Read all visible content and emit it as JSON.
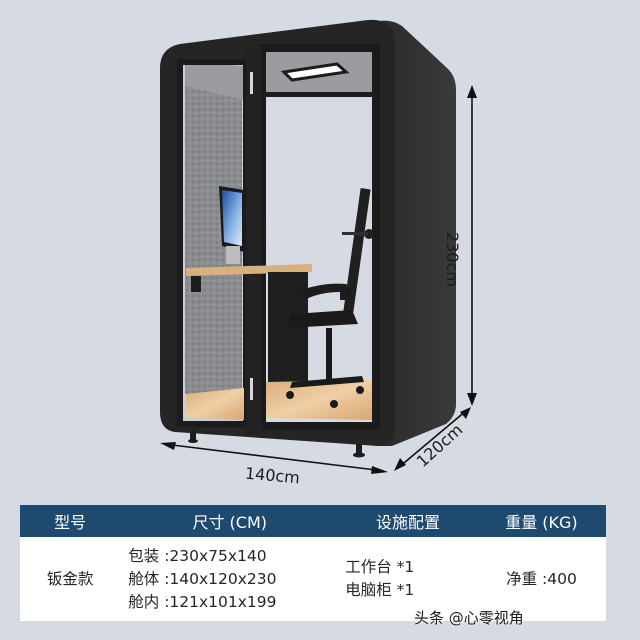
{
  "dimensions": {
    "width_label": "140cm",
    "depth_label": "120cm",
    "height_label": "230cm"
  },
  "table": {
    "headers": {
      "model": "型号",
      "size": "尺寸 (CM)",
      "facility": "设施配置",
      "weight": "重量 (KG)"
    },
    "row": {
      "model": "钣金款",
      "size_lines": [
        "包装 :230x75x140",
        "舱体 :140x120x230",
        "舱内 :121x101x199"
      ],
      "facility_lines": [
        "工作台 *1",
        "电脑柜 *1"
      ],
      "weight": "净重 :400"
    }
  },
  "watermark": "头条 @心零视角",
  "colors": {
    "background": "#d5dae3",
    "header_bg": "#1f4a70",
    "header_text": "#ffffff",
    "booth_frame": "#2b2b2b",
    "felt_panel": "#8a8c90",
    "floor_wood": "#e2b98a"
  }
}
